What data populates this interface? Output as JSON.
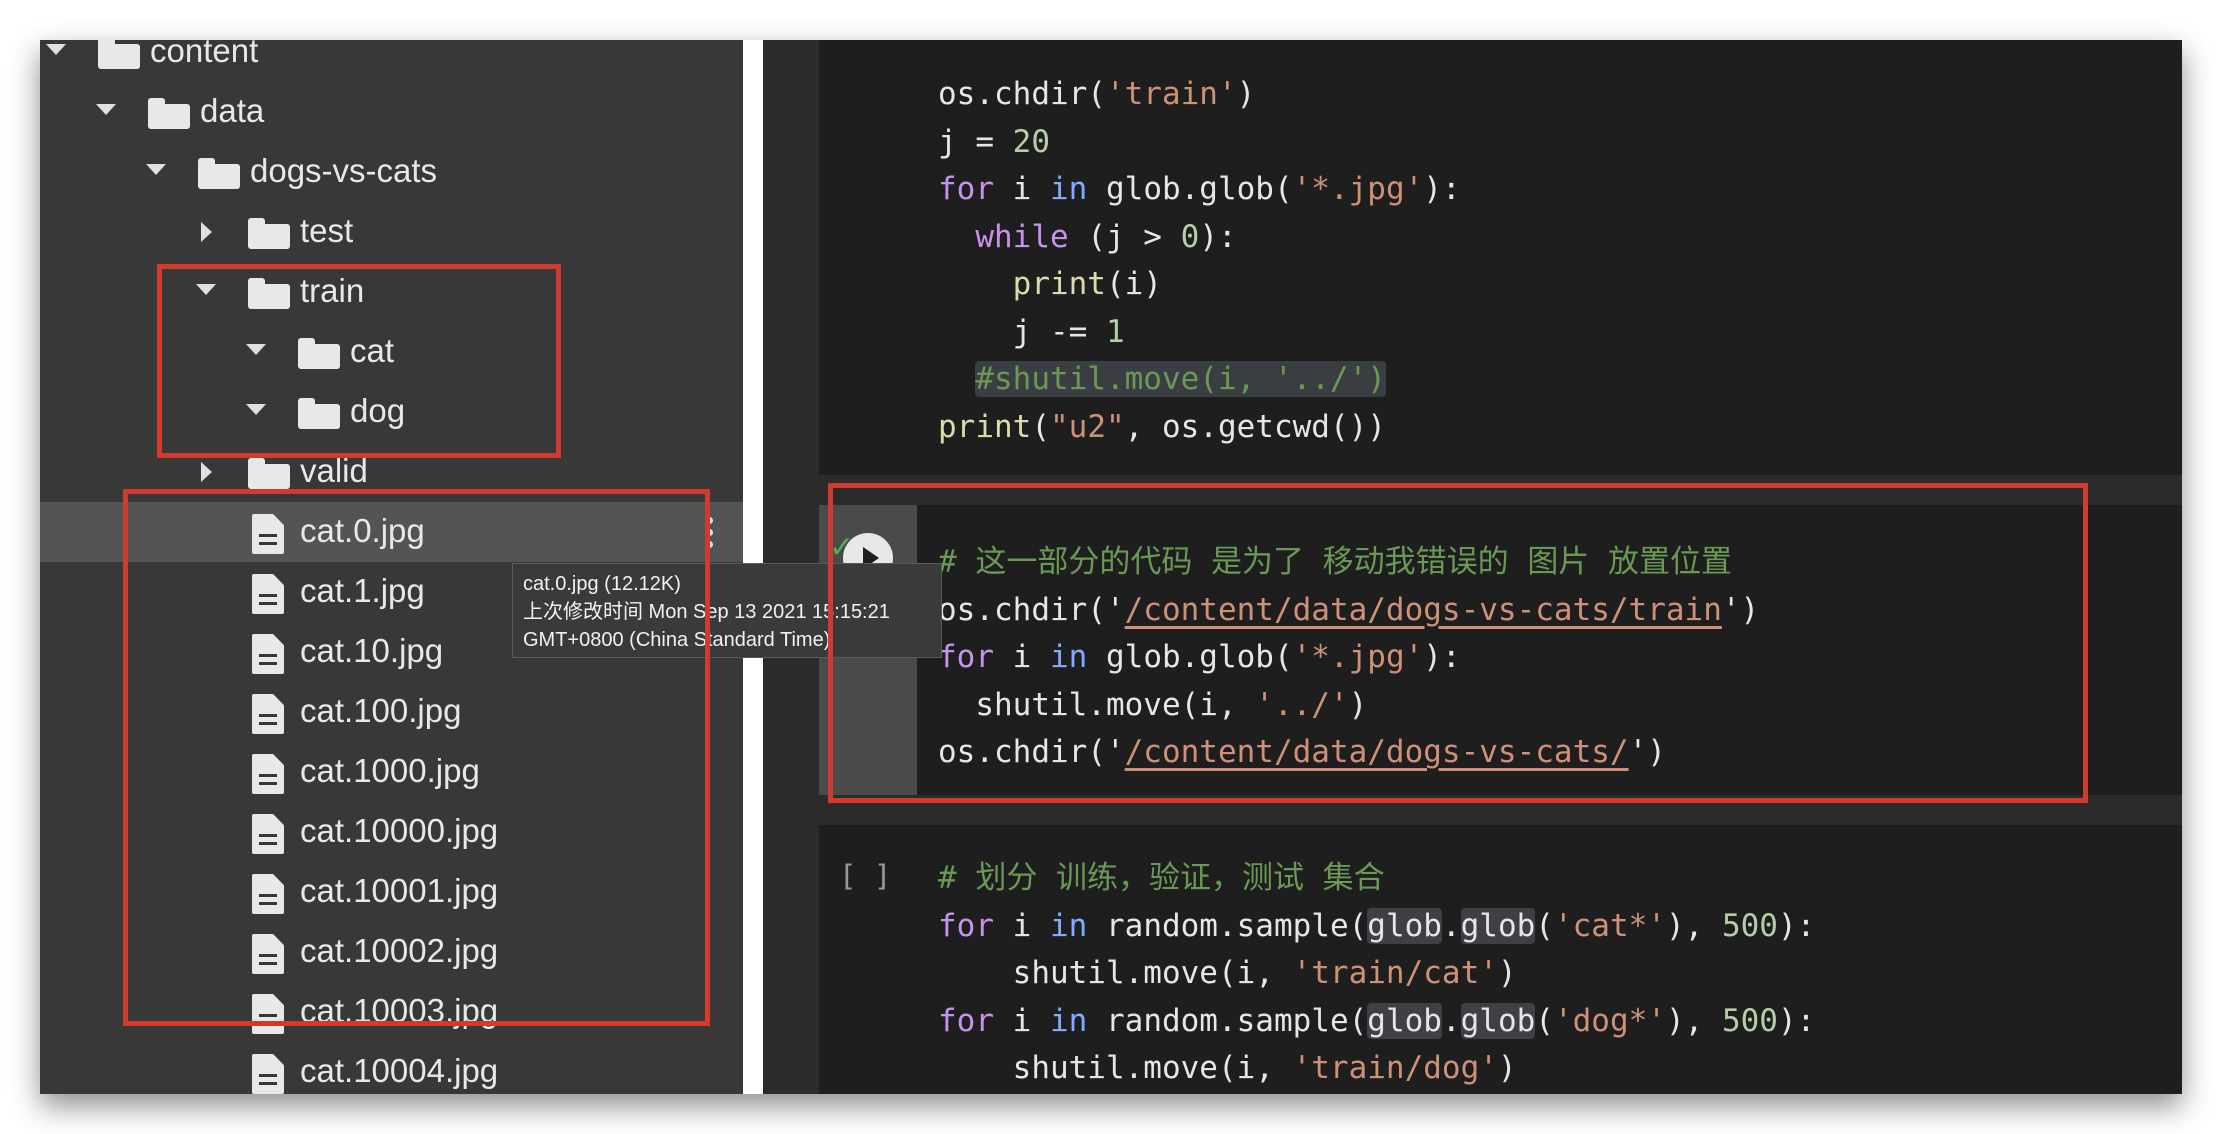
{
  "file_tree": [
    {
      "type": "folder",
      "label": "content",
      "indent": 0,
      "expanded": true
    },
    {
      "type": "folder",
      "label": "data",
      "indent": 1,
      "expanded": true
    },
    {
      "type": "folder",
      "label": "dogs-vs-cats",
      "indent": 2,
      "expanded": true
    },
    {
      "type": "folder",
      "label": "test",
      "indent": 3,
      "expanded": false
    },
    {
      "type": "folder",
      "label": "train",
      "indent": 3,
      "expanded": true
    },
    {
      "type": "folder",
      "label": "cat",
      "indent": 4,
      "expanded": true
    },
    {
      "type": "folder",
      "label": "dog",
      "indent": 4,
      "expanded": true
    },
    {
      "type": "folder",
      "label": "valid",
      "indent": 3,
      "expanded": false
    },
    {
      "type": "file",
      "label": "cat.0.jpg",
      "indent": 3,
      "hovered": true
    },
    {
      "type": "file",
      "label": "cat.1.jpg",
      "indent": 3
    },
    {
      "type": "file",
      "label": "cat.10.jpg",
      "indent": 3
    },
    {
      "type": "file",
      "label": "cat.100.jpg",
      "indent": 3
    },
    {
      "type": "file",
      "label": "cat.1000.jpg",
      "indent": 3
    },
    {
      "type": "file",
      "label": "cat.10000.jpg",
      "indent": 3
    },
    {
      "type": "file",
      "label": "cat.10001.jpg",
      "indent": 3
    },
    {
      "type": "file",
      "label": "cat.10002.jpg",
      "indent": 3
    },
    {
      "type": "file",
      "label": "cat.10003.jpg",
      "indent": 3
    },
    {
      "type": "file",
      "label": "cat.10004.jpg",
      "indent": 3
    }
  ],
  "tooltip": {
    "line1": "cat.0.jpg (12.12K)",
    "line2": "上次修改时间 Mon Sep 13 2021 15:15:21",
    "line3": "GMT+0800 (China Standard Time)"
  },
  "cells": {
    "cell1": {
      "lines": [
        [
          {
            "t": "os.chdir("
          },
          {
            "t": "'train'",
            "c": "str"
          },
          {
            "t": ")"
          }
        ],
        [
          {
            "t": "j = "
          },
          {
            "t": "20",
            "c": "num"
          }
        ],
        [
          {
            "t": "for",
            "c": "kw"
          },
          {
            "t": " i "
          },
          {
            "t": "in",
            "c": "bl"
          },
          {
            "t": " glob.glob("
          },
          {
            "t": "'*.jpg'",
            "c": "str"
          },
          {
            "t": "):"
          }
        ],
        [
          {
            "t": "  "
          },
          {
            "t": "while",
            "c": "kb"
          },
          {
            "t": " (j > "
          },
          {
            "t": "0",
            "c": "num"
          },
          {
            "t": "):"
          }
        ],
        [
          {
            "t": "    "
          },
          {
            "t": "print",
            "c": "fn"
          },
          {
            "t": "(i)"
          }
        ],
        [
          {
            "t": "    j -= "
          },
          {
            "t": "1",
            "c": "num"
          }
        ],
        [
          {
            "t": "  "
          },
          {
            "t": "#shutil.move(i, '../')",
            "c": "cm hl"
          }
        ],
        [
          {
            "t": "print",
            "c": "fn"
          },
          {
            "t": "("
          },
          {
            "t": "\"u2\"",
            "c": "str"
          },
          {
            "t": ", os.getcwd())"
          }
        ]
      ]
    },
    "cell2": {
      "status": "✓",
      "lines": [
        [
          {
            "t": "# 这一部分的代码 是为了 移动我错误的 图片 放置位置",
            "c": "cm"
          }
        ],
        [
          {
            "t": "os.chdir('"
          },
          {
            "t": "/content/data/dogs-vs-cats/train",
            "c": "str ul"
          },
          {
            "t": "')"
          }
        ],
        [
          {
            "t": "for",
            "c": "kw"
          },
          {
            "t": " i "
          },
          {
            "t": "in",
            "c": "bl"
          },
          {
            "t": " glob.glob("
          },
          {
            "t": "'*.jpg'",
            "c": "str"
          },
          {
            "t": "):"
          }
        ],
        [
          {
            "t": "  shutil.move(i, "
          },
          {
            "t": "'../'",
            "c": "str"
          },
          {
            "t": ")"
          }
        ],
        [
          {
            "t": "os.chdir('"
          },
          {
            "t": "/content/data/dogs-vs-cats/",
            "c": "str ul"
          },
          {
            "t": "')"
          }
        ]
      ]
    },
    "cell3": {
      "bracket": "[ ]",
      "lines": [
        [
          {
            "t": "# 划分 训练，验证，测试 集合",
            "c": "cm"
          }
        ],
        [
          {
            "t": "for",
            "c": "kw"
          },
          {
            "t": " i "
          },
          {
            "t": "in",
            "c": "bl"
          },
          {
            "t": " random.sample("
          },
          {
            "t": "glob",
            "c": "sel"
          },
          {
            "t": "."
          },
          {
            "t": "glob",
            "c": "sel"
          },
          {
            "t": "("
          },
          {
            "t": "'cat*'",
            "c": "str"
          },
          {
            "t": "), "
          },
          {
            "t": "500",
            "c": "num"
          },
          {
            "t": "):"
          }
        ],
        [
          {
            "t": "    shutil.move(i, "
          },
          {
            "t": "'train/cat'",
            "c": "str"
          },
          {
            "t": ")"
          }
        ],
        [
          {
            "t": "for",
            "c": "kw"
          },
          {
            "t": " i "
          },
          {
            "t": "in",
            "c": "bl"
          },
          {
            "t": " random.sample("
          },
          {
            "t": "glob",
            "c": "sel"
          },
          {
            "t": "."
          },
          {
            "t": "glob",
            "c": "sel"
          },
          {
            "t": "("
          },
          {
            "t": "'dog*'",
            "c": "str"
          },
          {
            "t": "), "
          },
          {
            "t": "500",
            "c": "num"
          },
          {
            "t": "):"
          }
        ],
        [
          {
            "t": "    shutil.move(i, "
          },
          {
            "t": "'train/dog'",
            "c": "str"
          },
          {
            "t": ")"
          }
        ]
      ]
    }
  }
}
